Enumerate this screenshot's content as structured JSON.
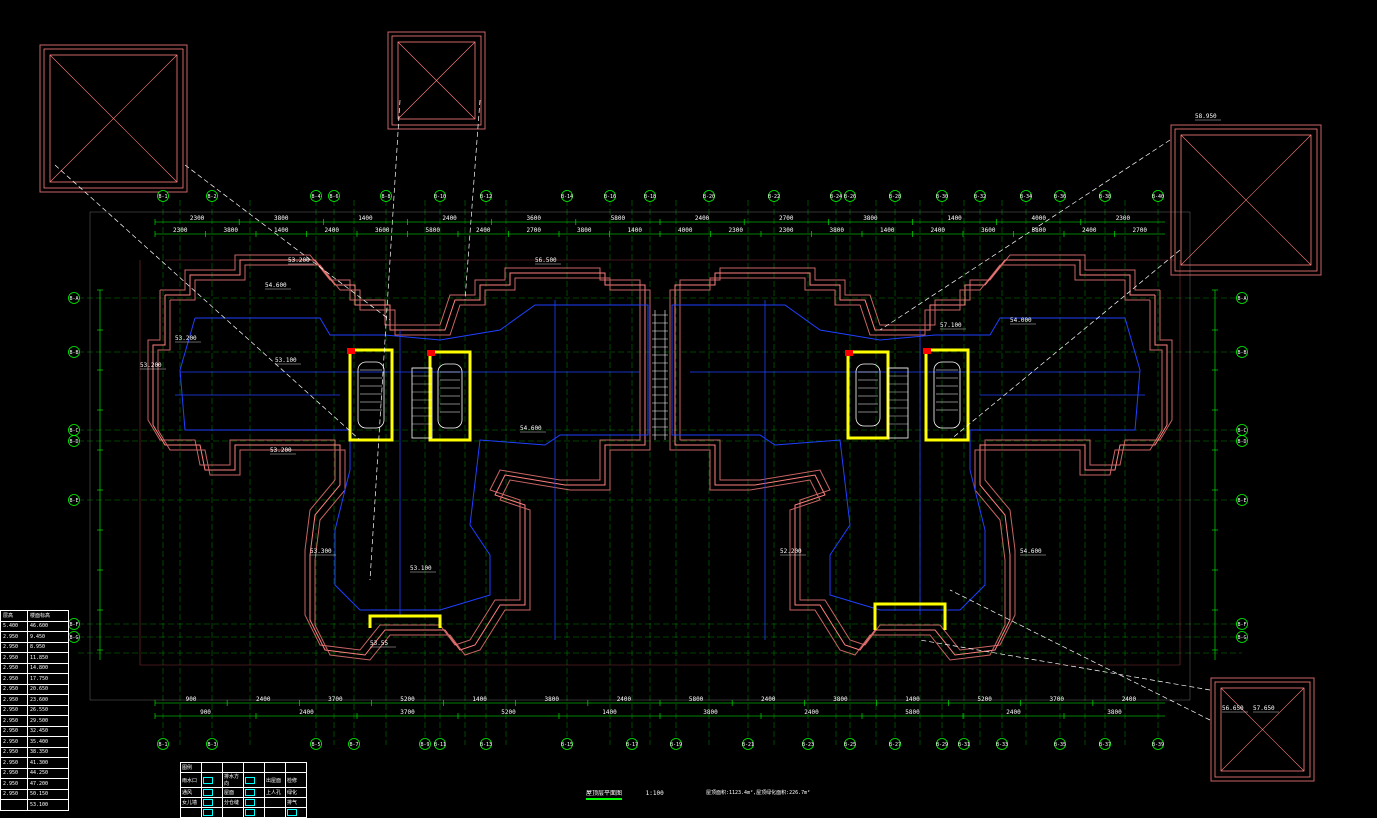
{
  "drawing": {
    "title": "屋顶层平面图",
    "scale": "1:100",
    "note": "屋顶面积:1123.4m²,屋顶绿化面积:226.7m²"
  },
  "colors": {
    "background": "#000000",
    "wall_outline": "#c86464",
    "parapet": "#ff7f7f",
    "axis_grid": "#00ff00",
    "dimension": "#ffffff",
    "roof_slope": "#2040ff",
    "stair_core": "#ffff00",
    "detail_leader": "#ffffff",
    "reference": "#ff0000"
  },
  "elevation_labels": [
    "53.200",
    "54.600",
    "53.100",
    "53.200",
    "56.500",
    "53.200",
    "54.600",
    "53.100",
    "53.200",
    "57.100",
    "58.950",
    "57.650",
    "56.650",
    "53.300",
    "53.55",
    "54.000",
    "52.200",
    "54.600"
  ],
  "top_axis_labels": [
    "B-1",
    "B-2",
    "B-4",
    "B-6",
    "B-8",
    "B-10",
    "B-12",
    "B-14",
    "B-16",
    "B-18",
    "B-20",
    "B-22",
    "B-24",
    "B-26",
    "B-28",
    "B-30",
    "B-32",
    "B-34",
    "B-36",
    "B-38",
    "B-40"
  ],
  "bottom_axis_labels": [
    "B-1",
    "B-3",
    "B-5",
    "B-7",
    "B-9",
    "B-11",
    "B-13",
    "B-15",
    "B-17",
    "B-19",
    "B-21",
    "B-23",
    "B-25",
    "B-27",
    "B-29",
    "B-31",
    "B-33",
    "B-35",
    "B-37",
    "B-39"
  ],
  "side_axis_labels": [
    "B-A",
    "B-B",
    "B-C",
    "B-D",
    "B-E",
    "B-F",
    "B-G"
  ],
  "top_dims": [
    "2300",
    "3800",
    "1400",
    "2400",
    "3600",
    "5800",
    "2400",
    "2700",
    "3800",
    "1400",
    "4000",
    "2300"
  ],
  "bottom_dims": [
    "900",
    "2400",
    "3700",
    "5200",
    "1400",
    "3800",
    "2400",
    "5800",
    "2400",
    "3800",
    "1400",
    "5200",
    "3700",
    "2400"
  ],
  "legend_rows": [
    [
      "层高",
      "楼面标高"
    ],
    [
      "5.400",
      "46.600"
    ],
    [
      "2.950",
      "9.450"
    ],
    [
      "2.950",
      "8.950"
    ],
    [
      "2.950",
      "11.850"
    ],
    [
      "2.950",
      "14.800"
    ],
    [
      "2.950",
      "17.750"
    ],
    [
      "2.950",
      "20.650"
    ],
    [
      "2.950",
      "23.600"
    ],
    [
      "2.950",
      "26.550"
    ],
    [
      "2.950",
      "29.500"
    ],
    [
      "2.950",
      "32.450"
    ],
    [
      "2.950",
      "35.400"
    ],
    [
      "2.950",
      "38.350"
    ],
    [
      "2.950",
      "41.300"
    ],
    [
      "2.950",
      "44.250"
    ],
    [
      "2.950",
      "47.200"
    ],
    [
      "2.950",
      "50.150"
    ],
    [
      "",
      "53.100"
    ]
  ],
  "symbol_rows": [
    [
      "图例",
      "",
      "",
      "",
      "",
      ""
    ],
    [
      "雨水口",
      "",
      "排水方向",
      "",
      "出屋面",
      "检修"
    ],
    [
      "通风",
      "",
      "屋面",
      "",
      "上人孔",
      "绿化"
    ],
    [
      "女儿墙",
      "",
      "分仓缝",
      "",
      "",
      "排气"
    ],
    [
      "",
      "",
      "",
      "",
      "",
      ""
    ]
  ]
}
